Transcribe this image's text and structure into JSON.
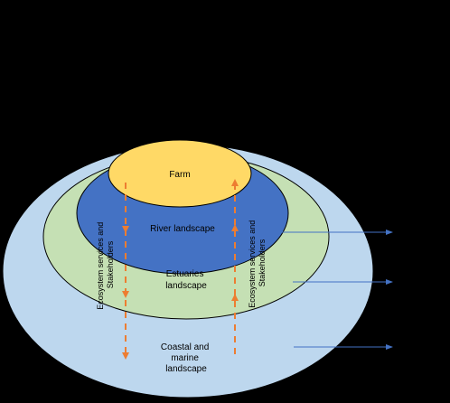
{
  "diagram": {
    "layers": [
      {
        "id": "farm",
        "label_lines": [
          "Farm"
        ],
        "fill": "#FFD966"
      },
      {
        "id": "river",
        "label_lines": [
          "River landscape"
        ],
        "fill": "#4472C4"
      },
      {
        "id": "estuaries",
        "label_lines": [
          "Estuaries",
          "landscape"
        ],
        "fill": "#C5E0B4"
      },
      {
        "id": "coastal",
        "label_lines": [
          "Coastal and",
          "marine",
          "landscape"
        ],
        "fill": "#BDD7EE"
      }
    ],
    "side_labels": {
      "left": [
        "Ecosystem services and",
        "Stakeholders"
      ],
      "right": [
        "Ecosystem services and",
        "Stakeholders"
      ]
    },
    "flow_arrow_color": "#ED7D31",
    "pointer_color": "#4472C4",
    "background": "#000000"
  }
}
